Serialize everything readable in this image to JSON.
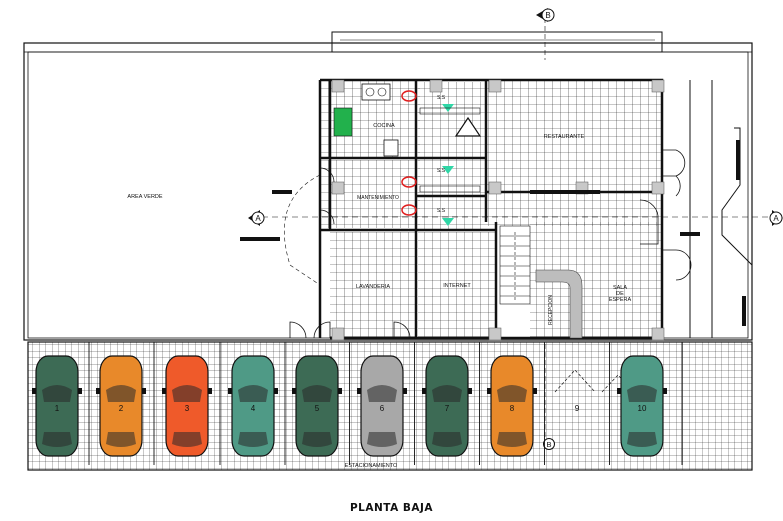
{
  "title": "PLANTA BAJA",
  "axes": {
    "top": "B",
    "bottom": "B",
    "left": "A",
    "right": "A"
  },
  "rooms": {
    "area_verde": "AREA VERDE",
    "cocina": "COCINA",
    "restaurante": "RESTAURANTE",
    "mantenimiento": "MANTENIMIENTO",
    "lavanderia": "LAVANDERIA",
    "internet": "INTERNET",
    "recepcion": "RECEPCION",
    "sala": "SALA",
    "de": "DE",
    "espera": "ESPERA",
    "estacionamiento": "ESTACIONAMIENTO",
    "ss_top": "S.S",
    "ss_mid": "S.S",
    "ss_bot": "S.S"
  },
  "parking": [
    {
      "number": "1",
      "color": "#3d6b55"
    },
    {
      "number": "2",
      "color": "#e8892a"
    },
    {
      "number": "3",
      "color": "#ef5a2a"
    },
    {
      "number": "4",
      "color": "#4f9a86"
    },
    {
      "number": "5",
      "color": "#3d6b55"
    },
    {
      "number": "6",
      "color": "#a8a8a8"
    },
    {
      "number": "7",
      "color": "#3d6b55"
    },
    {
      "number": "8",
      "color": "#e8892a"
    },
    {
      "number": "9",
      "color": ""
    },
    {
      "number": "10",
      "color": "#4f9a86"
    }
  ],
  "colors": {
    "line": "#111111",
    "column": "#c8c8c8",
    "fixture": "#2fd6a6",
    "toilet": "#e02020",
    "stove": "#22b14c"
  }
}
